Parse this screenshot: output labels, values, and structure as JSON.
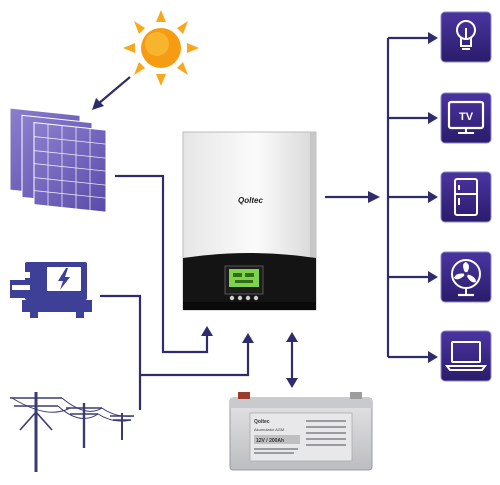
{
  "inverter": {
    "brand": "Qoltec"
  },
  "battery": {
    "brand": "Qoltec",
    "model_line": "Akumulator AGM",
    "spec": "12V / 200Ah"
  },
  "appliances": [
    {
      "name": "lightbulb-icon"
    },
    {
      "name": "tv-icon",
      "label": "TV"
    },
    {
      "name": "fridge-icon"
    },
    {
      "name": "fan-icon"
    },
    {
      "name": "laptop-icon"
    }
  ],
  "colors": {
    "line": "#2e2c6b",
    "appliance_box": "#3f2b8c",
    "panel": "#6c5bb8",
    "sun": "#f7a81b",
    "generator": "#3e3f96",
    "pylon": "#3b3b73",
    "battery_body": "#d9dadc"
  }
}
